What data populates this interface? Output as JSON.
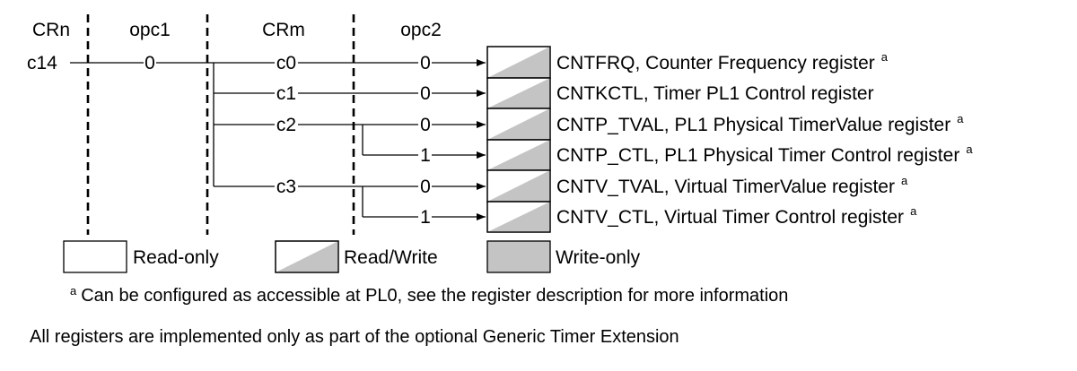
{
  "columns": {
    "crn": "CRn",
    "opc1": "opc1",
    "crm": "CRm",
    "opc2": "opc2"
  },
  "encoding": {
    "crn": "c14",
    "opc1": "0"
  },
  "crm_groups": [
    {
      "crm": "c0",
      "opc2": [
        "0"
      ]
    },
    {
      "crm": "c1",
      "opc2": [
        "0"
      ]
    },
    {
      "crm": "c2",
      "opc2": [
        "0",
        "1"
      ]
    },
    {
      "crm": "c3",
      "opc2": [
        "0",
        "1"
      ]
    }
  ],
  "registers": [
    {
      "name": "CNTFRQ, Counter Frequency register",
      "note": "a",
      "access": "read-write"
    },
    {
      "name": "CNTKCTL, Timer PL1 Control register",
      "note": "",
      "access": "read-write"
    },
    {
      "name": "CNTP_TVAL, PL1 Physical TimerValue register",
      "note": "a",
      "access": "read-write"
    },
    {
      "name": "CNTP_CTL, PL1 Physical Timer Control register",
      "note": "a",
      "access": "read-write"
    },
    {
      "name": "CNTV_TVAL, Virtual TimerValue register",
      "note": "a",
      "access": "read-write"
    },
    {
      "name": "CNTV_CTL, Virtual Timer Control register",
      "note": "a",
      "access": "read-write"
    }
  ],
  "legend": [
    {
      "label": "Read-only",
      "access": "read-only"
    },
    {
      "label": "Read/Write",
      "access": "read-write"
    },
    {
      "label": "Write-only",
      "access": "write-only"
    }
  ],
  "footnote": {
    "marker": "a",
    "text": "Can be configured as accessible at PL0, see the register description for more information"
  },
  "note": "All registers are implemented only as part of the optional Generic Timer Extension",
  "colors": {
    "box_fill": "#ffffff",
    "box_shade": "#c4c4c4",
    "line": "#000000"
  }
}
